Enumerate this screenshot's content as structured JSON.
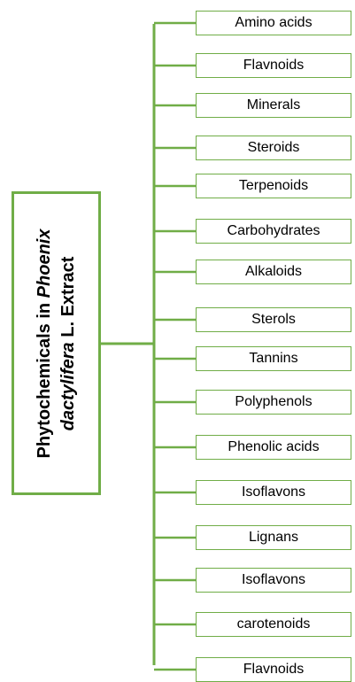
{
  "root": {
    "line1": "Phytochemicals in",
    "genus": "Phoenix",
    "species": "dactylifera",
    "tail": "L. Extract"
  },
  "leaves": [
    "Amino acids",
    "Flavnoids",
    "Minerals",
    "Steroids",
    "Terpenoids",
    "Carbohydrates",
    "Alkaloids",
    "Sterols",
    "Tannins",
    "Polyphenols",
    "Phenolic acids",
    "Isoflavons",
    "Lignans",
    "Isoflavons",
    "carotenoids",
    "Flavnoids"
  ],
  "colors": {
    "connector": "#70ad47",
    "border": "#70ad47",
    "text": "#000000"
  }
}
